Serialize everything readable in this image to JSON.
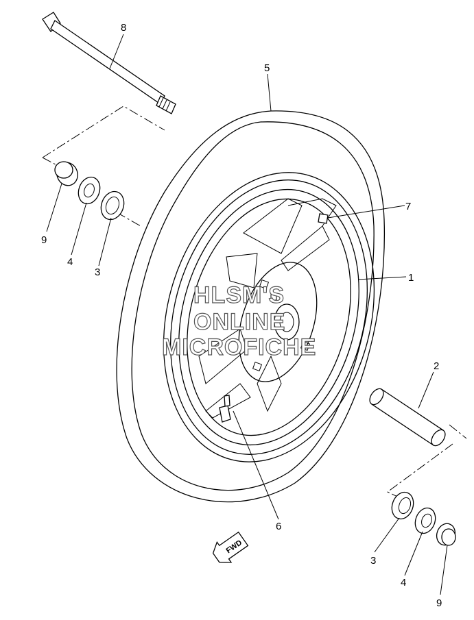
{
  "diagram": {
    "callouts": [
      {
        "id": "c8",
        "label": "8"
      },
      {
        "id": "c5",
        "label": "5"
      },
      {
        "id": "c7",
        "label": "7"
      },
      {
        "id": "c1",
        "label": "1"
      },
      {
        "id": "c2",
        "label": "2"
      },
      {
        "id": "c6",
        "label": "6"
      },
      {
        "id": "c9a",
        "label": "9"
      },
      {
        "id": "c4a",
        "label": "4"
      },
      {
        "id": "c3a",
        "label": "3"
      },
      {
        "id": "c3b",
        "label": "3"
      },
      {
        "id": "c4b",
        "label": "4"
      },
      {
        "id": "c9b",
        "label": "9"
      }
    ],
    "watermark": [
      "HLSM'S",
      "ONLINE",
      "MICROFICHE"
    ],
    "fwd_label": "FWD"
  }
}
